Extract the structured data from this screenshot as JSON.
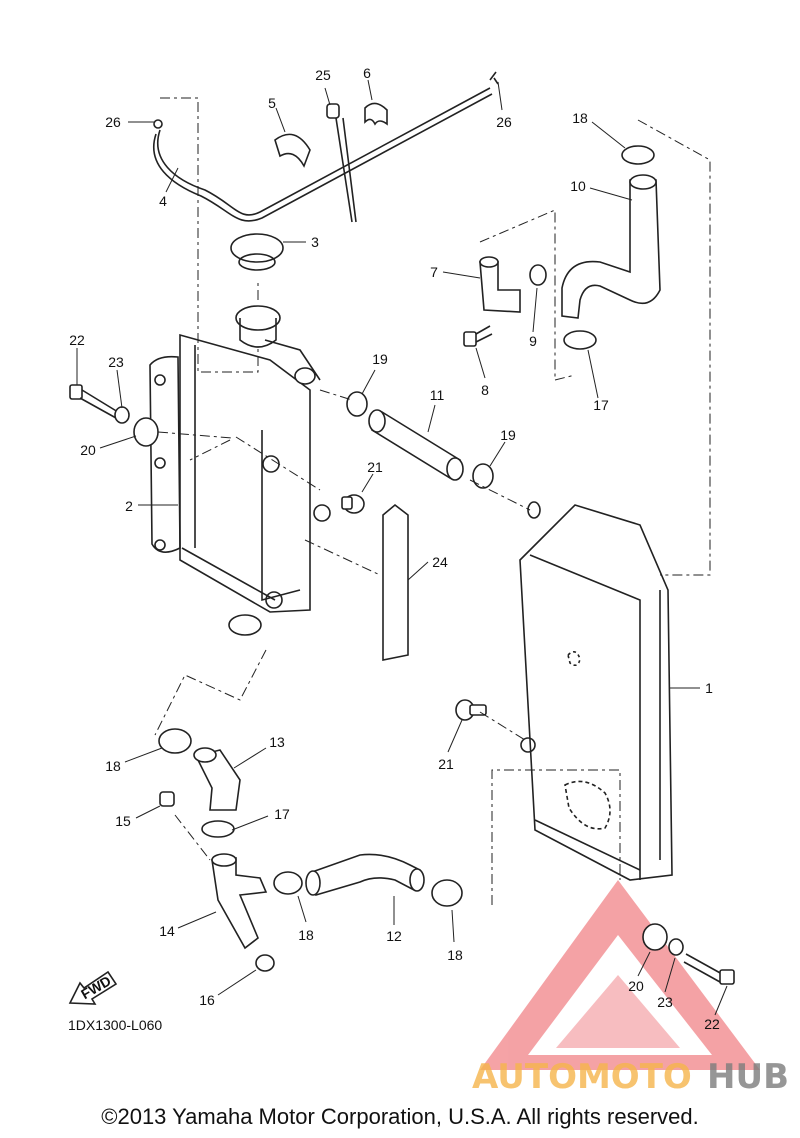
{
  "diagram": {
    "code": "1DX1300-L060",
    "fwd_label": "FWD",
    "copyright": "©2013 Yamaha Motor Corporation, U.S.A. All rights reserved."
  },
  "watermark": {
    "part1": "AUTOMOTO",
    "part2": "HUB",
    "colors": {
      "triangle": "#e8323a",
      "auto": "#f6b54c",
      "hub": "#7d7d7d"
    }
  },
  "callouts": [
    {
      "id": "c26a",
      "label": "26"
    },
    {
      "id": "c4",
      "label": "4"
    },
    {
      "id": "c25",
      "label": "25"
    },
    {
      "id": "c6",
      "label": "6"
    },
    {
      "id": "c5",
      "label": "5"
    },
    {
      "id": "c26b",
      "label": "26"
    },
    {
      "id": "c18a",
      "label": "18"
    },
    {
      "id": "c10",
      "label": "10"
    },
    {
      "id": "c3",
      "label": "3"
    },
    {
      "id": "c7",
      "label": "7"
    },
    {
      "id": "c9",
      "label": "9"
    },
    {
      "id": "c8",
      "label": "8"
    },
    {
      "id": "c17a",
      "label": "17"
    },
    {
      "id": "c22a",
      "label": "22"
    },
    {
      "id": "c23a",
      "label": "23"
    },
    {
      "id": "c20a",
      "label": "20"
    },
    {
      "id": "c19a",
      "label": "19"
    },
    {
      "id": "c11",
      "label": "11"
    },
    {
      "id": "c19b",
      "label": "19"
    },
    {
      "id": "c2",
      "label": "2"
    },
    {
      "id": "c21a",
      "label": "21"
    },
    {
      "id": "c24",
      "label": "24"
    },
    {
      "id": "c1",
      "label": "1"
    },
    {
      "id": "c21b",
      "label": "21"
    },
    {
      "id": "c13",
      "label": "13"
    },
    {
      "id": "c18b",
      "label": "18"
    },
    {
      "id": "c15",
      "label": "15"
    },
    {
      "id": "c17b",
      "label": "17"
    },
    {
      "id": "c14",
      "label": "14"
    },
    {
      "id": "c18c",
      "label": "18"
    },
    {
      "id": "c12",
      "label": "12"
    },
    {
      "id": "c18d",
      "label": "18"
    },
    {
      "id": "c16",
      "label": "16"
    },
    {
      "id": "c20b",
      "label": "20"
    },
    {
      "id": "c23b",
      "label": "23"
    },
    {
      "id": "c22b",
      "label": "22"
    }
  ]
}
